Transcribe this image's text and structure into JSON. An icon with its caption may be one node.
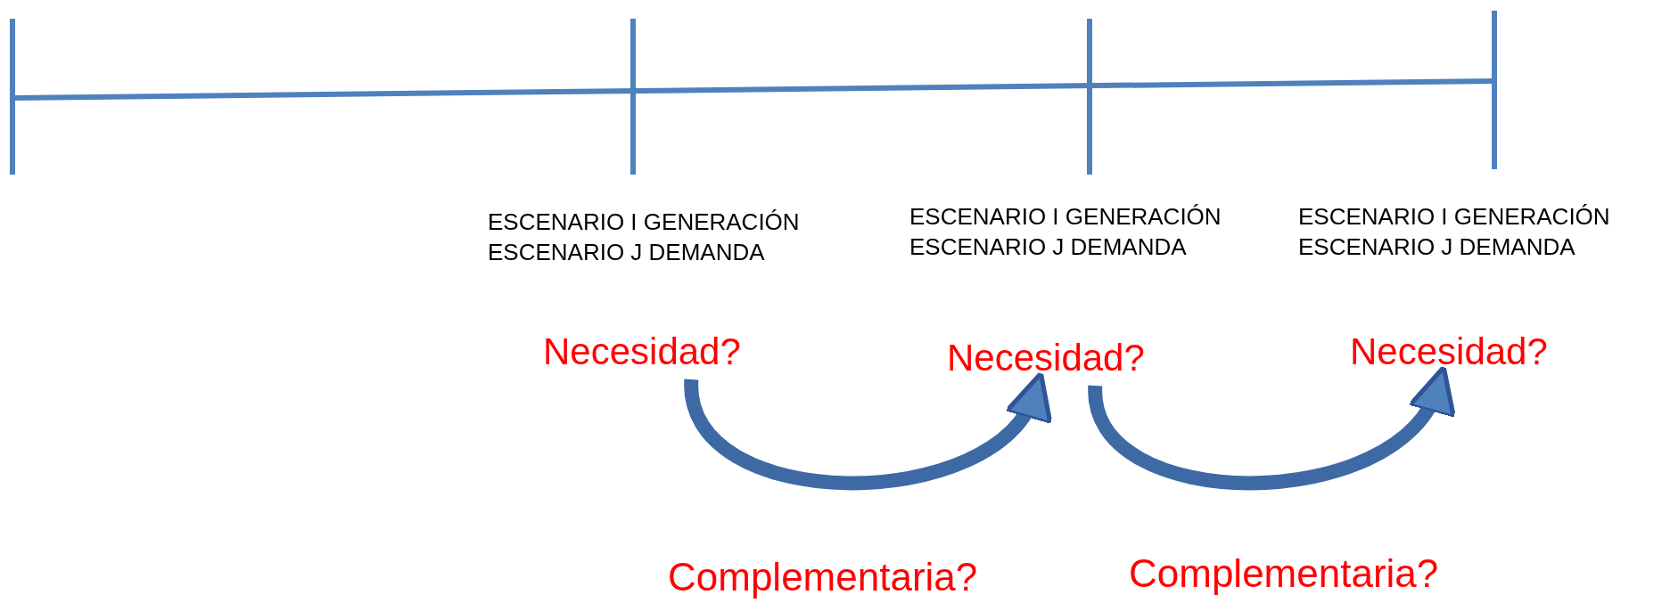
{
  "diagram": {
    "nodes": [
      {
        "text": [
          "Necesidad?"
        ]
      },
      {
        "text": [
          "Necesidad?"
        ]
      },
      {
        "text": [
          "Necesidad?"
        ]
      }
    ],
    "edges": [
      {
        "from": 0,
        "to": 1,
        "arrow": "to",
        "label": "Complementaria?"
      },
      {
        "from": 1,
        "to": 2,
        "arrow": "to",
        "label": "Complementaria?"
      }
    ],
    "labels": [
      "ESCENARIO I GENERACIÓN",
      "ESCENARIO J DEMANDA",
      "ESCENARIO I GENERACIÓN",
      "ESCENARIO J DEMANDA",
      "ESCENARIO I GENERACIÓN",
      "ESCENARIO J DEMANDA"
    ]
  }
}
